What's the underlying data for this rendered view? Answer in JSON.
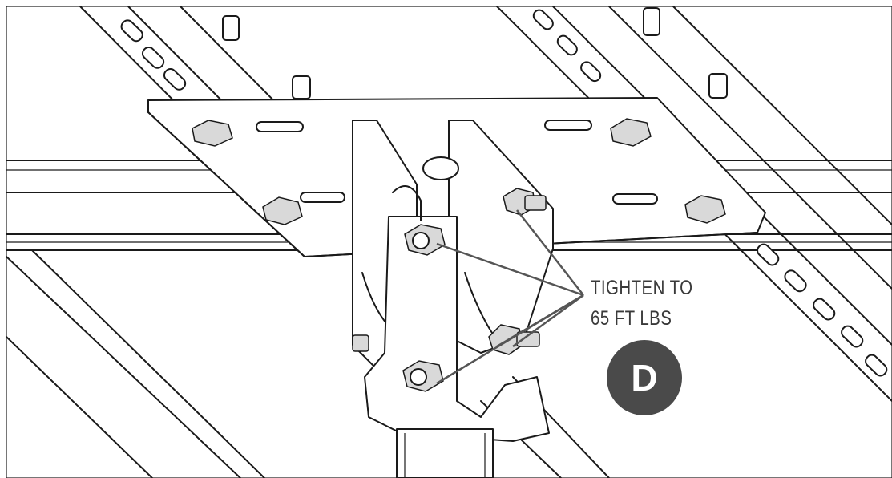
{
  "callout": {
    "line1": "TIGHTEN TO",
    "line2": "65 FT LBS"
  },
  "step_badge": {
    "label": "D",
    "color": "#4a4a4a"
  },
  "colors": {
    "line": "#1a1a1a",
    "leader": "#555555",
    "text": "#3a3a3a",
    "background": "#ffffff"
  }
}
